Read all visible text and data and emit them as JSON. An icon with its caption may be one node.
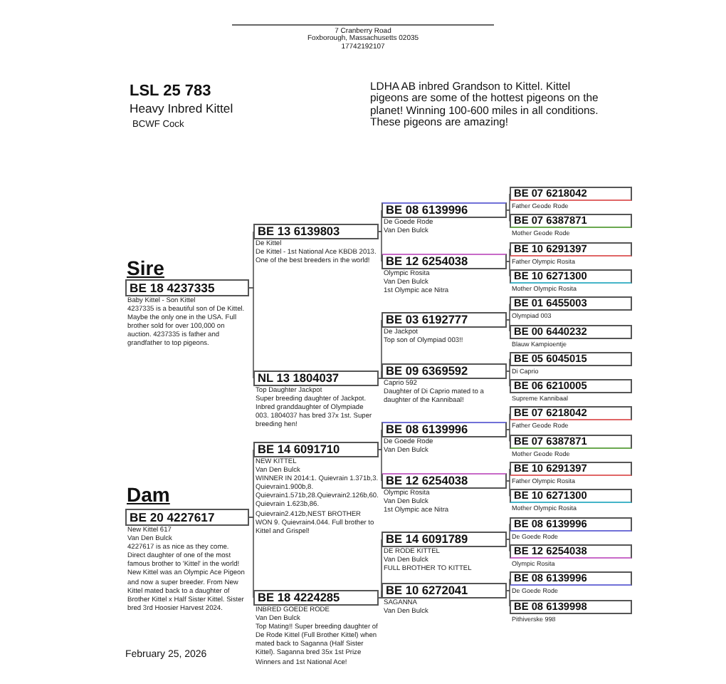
{
  "diagram": {
    "title": "LSL 25 783",
    "nodes": [
      {
        "text": [
          "BE 18 4237335"
        ],
        "beside": [
          "Baby Kittel - Son Kittel",
          "4237335 is a beautiful son of De Kittel. Maybe the only one in the USA. Full brother sold for over 100,000 on auction. 4237335 is father and grandfather to top pigeons."
        ]
      },
      {
        "text": [
          "BE 20 4227617"
        ],
        "beside": [
          "New Kittel 617",
          "Van Den Bulck",
          "4227617 is as nice as they come. Direct daughter of one of the most famous brother to 'Kittel' in the world! New Kittel was an Olympic Ace Pigeon and now a super breeder. From New Kittel mated back to a daughter of Brother Kittel x Half Sister Kittel. Sister bred 3rd Hoosier Harvest 2024."
        ]
      },
      {
        "text": [
          "BE 13 6139803"
        ],
        "beside": [
          "De Kittel",
          "De Kittel - 1st National Ace KBDB 2013. One of the best breeders in the world!"
        ]
      },
      {
        "text": [
          "NL 13 1804037"
        ],
        "beside": [
          "Top Daughter Jackpot",
          "Super breeding daughter of Jackpot. Inbred granddaughter of Olympiade 003. 1804037 has bred 37x 1st. Super breeding hen!"
        ]
      },
      {
        "text": [
          "BE 14 6091710"
        ],
        "beside": [
          "NEW KITTEL",
          "Van Den Bulck",
          "WINNER IN 2014:1. Quievrain 1.371b,3. Quievrain1.900b,8. Quievrain1.571b,28.Quievrain2.126b,60. Quievrain 1.623b,86. Quievrain2.412b,NEST BROTHER WON 9. Quievrain4.044. Full brother to Kittel and Grispel!"
        ]
      },
      {
        "text": [
          "BE 18 4224285"
        ],
        "beside": [
          "INBRED GOEDE RODE",
          "Van Den Bulck",
          "Top Mating!! Super breeding daughter of De Rode Kittel (Full Brother Kittel) when mated back to Saganna (Half Sister Kittel). Saganna bred 35x 1st Prize Winners and 1st National Ace!"
        ]
      },
      {
        "text": [
          "BE 08 6139996"
        ],
        "beside": [
          "De Goede Rode",
          "Van Den Bulck"
        ]
      },
      {
        "text": [
          "BE 12 6254038"
        ],
        "beside": [
          "Olympic Rosita",
          "Van Den Bulck",
          "1st Olympic ace Nitra"
        ]
      },
      {
        "text": [
          "BE 03 6192777"
        ],
        "beside": [
          "De Jackpot",
          "Top son of Olympiad 003!!"
        ]
      },
      {
        "text": [
          "BE 09 6369592"
        ],
        "beside": [
          "Caprio 592",
          "Daughter of Di Caprio mated to a daughter of the Kannibaal!"
        ]
      },
      {
        "text": [
          "BE 08 6139996"
        ],
        "beside": [
          "De Goede Rode",
          "Van Den Bulck"
        ]
      },
      {
        "text": [
          "BE 12 6254038"
        ],
        "beside": [
          "Olympic Rosita",
          "Van Den Bulck",
          "1st Olympic ace Nitra"
        ]
      },
      {
        "text": [
          "BE 14 6091789"
        ],
        "beside": [
          "DE RODE KITTEL",
          "Van Den Bulck",
          "FULL BROTHER TO KITTEL"
        ]
      },
      {
        "text": [
          "BE 10 6272041"
        ],
        "beside": [
          "SAGANNA",
          "Van Den Bulck"
        ]
      },
      {
        "text": [
          "BE 07 6218042"
        ],
        "beside": [
          "Father Geode Rode"
        ]
      },
      {
        "text": [
          "BE 07 6387871"
        ],
        "beside": [
          "Mother Geode Rode"
        ]
      },
      {
        "text": [
          "BE 10 6291397"
        ],
        "beside": [
          "Father Olympic Rosita"
        ]
      },
      {
        "text": [
          "BE 10 6271300"
        ],
        "beside": [
          "Mother Olympic Rosita"
        ]
      },
      {
        "text": [
          "BE 01 6455003"
        ],
        "beside": [
          "Olympiad 003"
        ]
      },
      {
        "text": [
          "BE 00 6440232"
        ],
        "beside": [
          "Blauw Kampioentje"
        ]
      },
      {
        "text": [
          "BE 05 6045015"
        ],
        "beside": [
          "Di Caprio"
        ]
      },
      {
        "text": [
          "BE 06 6210005"
        ],
        "beside": [
          "Supreme Kannibaal"
        ]
      },
      {
        "text": [
          "BE 07 6218042"
        ],
        "beside": [
          "Father Geode Rode"
        ]
      },
      {
        "text": [
          "BE 07 6387871"
        ],
        "beside": [
          "Mother Geode Rode"
        ]
      },
      {
        "text": [
          "BE 10 6291397"
        ],
        "beside": [
          "Father Olympic Rosita"
        ]
      },
      {
        "text": [
          "BE 10 6271300"
        ],
        "beside": [
          "Mother Olympic Rosita"
        ]
      },
      {
        "text": [
          "BE 08 6139996"
        ],
        "beside": [
          "De Goede Rode"
        ]
      },
      {
        "text": [
          "BE 12 6254038"
        ],
        "beside": [
          "Olympic Rosita"
        ]
      },
      {
        "text": [
          "BE 08 6139996"
        ],
        "beside": [
          "De Goede Rode"
        ]
      },
      {
        "text": [
          "BE 08 6139998"
        ],
        "beside": [
          "Pithiverske 998"
        ]
      }
    ],
    "edges": [
      {
        "from": 0,
        "to": 2,
        "arrow": "none"
      },
      {
        "from": 0,
        "to": 3,
        "arrow": "none"
      },
      {
        "from": 1,
        "to": 4,
        "arrow": "none"
      },
      {
        "from": 1,
        "to": 5,
        "arrow": "none"
      },
      {
        "from": 2,
        "to": 6,
        "arrow": "none"
      },
      {
        "from": 2,
        "to": 7,
        "arrow": "none"
      },
      {
        "from": 3,
        "to": 8,
        "arrow": "none"
      },
      {
        "from": 3,
        "to": 9,
        "arrow": "none"
      },
      {
        "from": 4,
        "to": 10,
        "arrow": "none"
      },
      {
        "from": 4,
        "to": 11,
        "arrow": "none"
      },
      {
        "from": 5,
        "to": 12,
        "arrow": "none"
      },
      {
        "from": 5,
        "to": 13,
        "arrow": "none"
      },
      {
        "from": 6,
        "to": 14,
        "arrow": "none"
      },
      {
        "from": 6,
        "to": 15,
        "arrow": "none"
      },
      {
        "from": 7,
        "to": 16,
        "arrow": "none"
      },
      {
        "from": 7,
        "to": 17,
        "arrow": "none"
      },
      {
        "from": 8,
        "to": 18,
        "arrow": "none"
      },
      {
        "from": 8,
        "to": 19,
        "arrow": "none"
      },
      {
        "from": 9,
        "to": 20,
        "arrow": "none"
      },
      {
        "from": 9,
        "to": 21,
        "arrow": "none"
      },
      {
        "from": 10,
        "to": 22,
        "arrow": "none"
      },
      {
        "from": 10,
        "to": 23,
        "arrow": "none"
      },
      {
        "from": 11,
        "to": 24,
        "arrow": "none"
      },
      {
        "from": 11,
        "to": 25,
        "arrow": "none"
      },
      {
        "from": 12,
        "to": 26,
        "arrow": "none"
      },
      {
        "from": 12,
        "to": 27,
        "arrow": "none"
      },
      {
        "from": 13,
        "to": 28,
        "arrow": "none"
      },
      {
        "from": 13,
        "to": 29,
        "arrow": "none"
      }
    ],
    "labels": [
      "7 Cranberry Road",
      "Foxborough, Massachusetts 02035",
      "17742192107",
      "Heavy Inbred Kittel",
      "BCWF Cock",
      "LDHA AB inbred Grandson to Kittel. Kittel pigeons are some of the hottest pigeons on the planet! Winning 100-600 miles in all conditions. These pigeons are amazing!",
      "Sire",
      "Dam",
      "February 25, 2026"
    ]
  }
}
